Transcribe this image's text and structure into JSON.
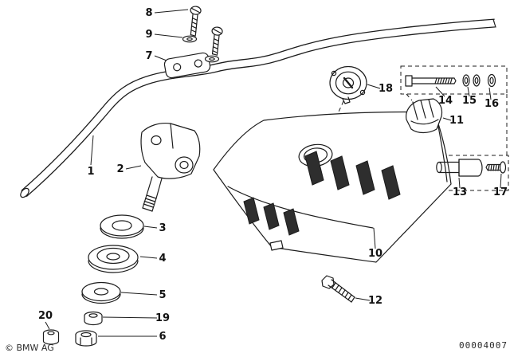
{
  "diagram": {
    "labels": [
      "1",
      "2",
      "3",
      "4",
      "5",
      "6",
      "7",
      "8",
      "9",
      "10",
      "11",
      "12",
      "13",
      "14",
      "15",
      "16",
      "17",
      "18",
      "19",
      "20"
    ],
    "copyright": "© BMW AG",
    "doc_number": "00004007",
    "colors": {
      "line": "#1c1c1c",
      "background": "#ffffff",
      "vent_fill": "#2e2e2e"
    }
  }
}
